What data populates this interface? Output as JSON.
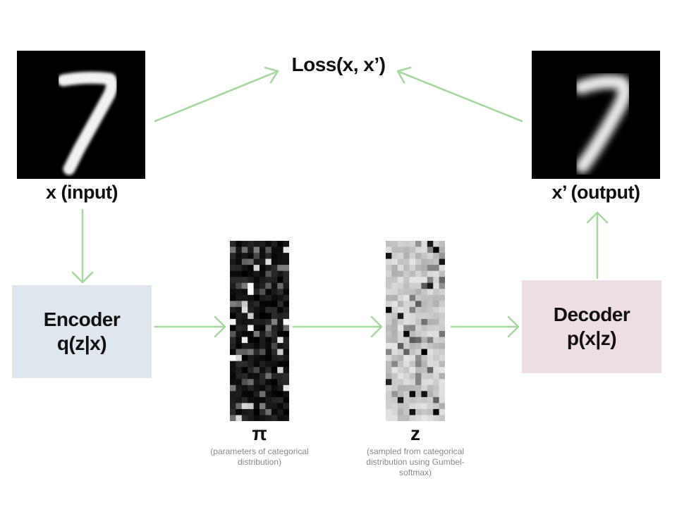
{
  "loss": {
    "label": "Loss(x, x’)"
  },
  "input": {
    "label": "x (input)"
  },
  "output": {
    "label": "x’ (output)"
  },
  "encoder": {
    "line1": "Encoder",
    "line2": "q(z|x)",
    "color": "#dfe6ee"
  },
  "decoder": {
    "line1": "Decoder",
    "line2": "p(x|z)",
    "color": "#eddde4"
  },
  "pi": {
    "symbol": "π",
    "caption_lines": [
      "(parameters of categorical",
      "distribution)"
    ]
  },
  "z": {
    "symbol": "z",
    "caption_lines": [
      "(sampled from categorical",
      "distribution using Gumbel-",
      "softmax)"
    ]
  },
  "arrow_color": "#a6d9a0"
}
